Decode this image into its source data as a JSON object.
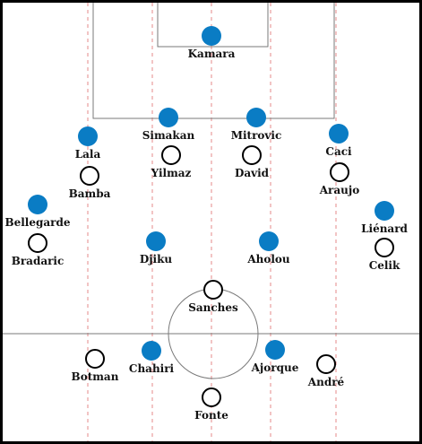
{
  "colors": {
    "home": "#0a7cc4",
    "away": "#ffffff",
    "lines": "#7a7a7a",
    "guides": "#e58a8a",
    "text": "#111111"
  },
  "home_team": [
    {
      "name": "Kamara"
    },
    {
      "name": "Simakan"
    },
    {
      "name": "Mitrovic"
    },
    {
      "name": "Lala"
    },
    {
      "name": "Caci"
    },
    {
      "name": "Bellegarde"
    },
    {
      "name": "Liénard"
    },
    {
      "name": "Djiku"
    },
    {
      "name": "Aholou"
    },
    {
      "name": "Chahiri"
    },
    {
      "name": "Ajorque"
    }
  ],
  "away_team": [
    {
      "name": "Yilmaz"
    },
    {
      "name": "David"
    },
    {
      "name": "Bamba"
    },
    {
      "name": "Araujo"
    },
    {
      "name": "Bradaric"
    },
    {
      "name": "Celik"
    },
    {
      "name": "Sanches"
    },
    {
      "name": "Botman"
    },
    {
      "name": "André"
    },
    {
      "name": "Fonte"
    }
  ]
}
